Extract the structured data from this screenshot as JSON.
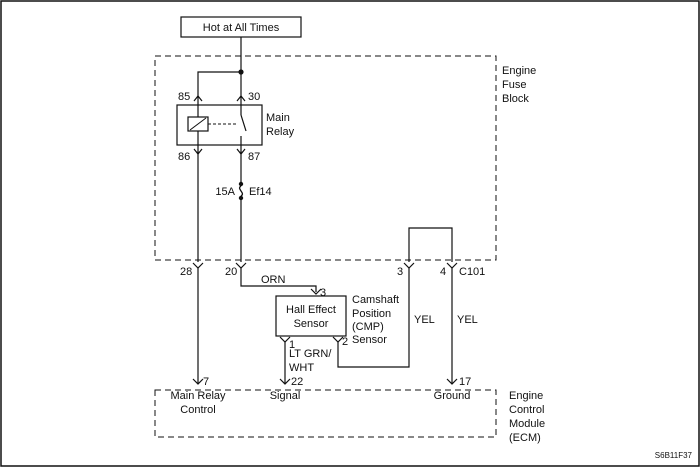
{
  "power_source": "Hot at All Times",
  "fuse_block": {
    "label_lines": [
      "Engine",
      "Fuse",
      "Block"
    ]
  },
  "relay": {
    "label_lines": [
      "Main",
      "Relay"
    ],
    "terminals": [
      "85",
      "30",
      "86",
      "87"
    ]
  },
  "fuse": {
    "rating": "15A",
    "name": "Ef14"
  },
  "connector": {
    "pins": [
      "28",
      "20",
      "3",
      "4"
    ],
    "name": "C101"
  },
  "wires": {
    "orn": "ORN",
    "yel_left": "YEL",
    "yel_right": "YEL",
    "lt_grn_wht_lines": [
      "LT GRN/",
      "WHT"
    ]
  },
  "sensor": {
    "box_lines": [
      "Hall Effect",
      "Sensor"
    ],
    "name_lines": [
      "Camshaft",
      "Position",
      "(CMP)",
      "Sensor"
    ],
    "pins": [
      "3",
      "1",
      "2"
    ]
  },
  "ecm": {
    "label_lines": [
      "Engine",
      "Control",
      "Module",
      "(ECM)"
    ],
    "pins": [
      "7",
      "22",
      "17"
    ],
    "signal_lines": [
      "Main Relay",
      "Control"
    ],
    "signal_label": "Signal",
    "ground_label": "Ground"
  },
  "figure_id": "S6B11F37",
  "colors": {
    "line": "#111111",
    "frame": "#111111",
    "background": "#ffffff"
  }
}
